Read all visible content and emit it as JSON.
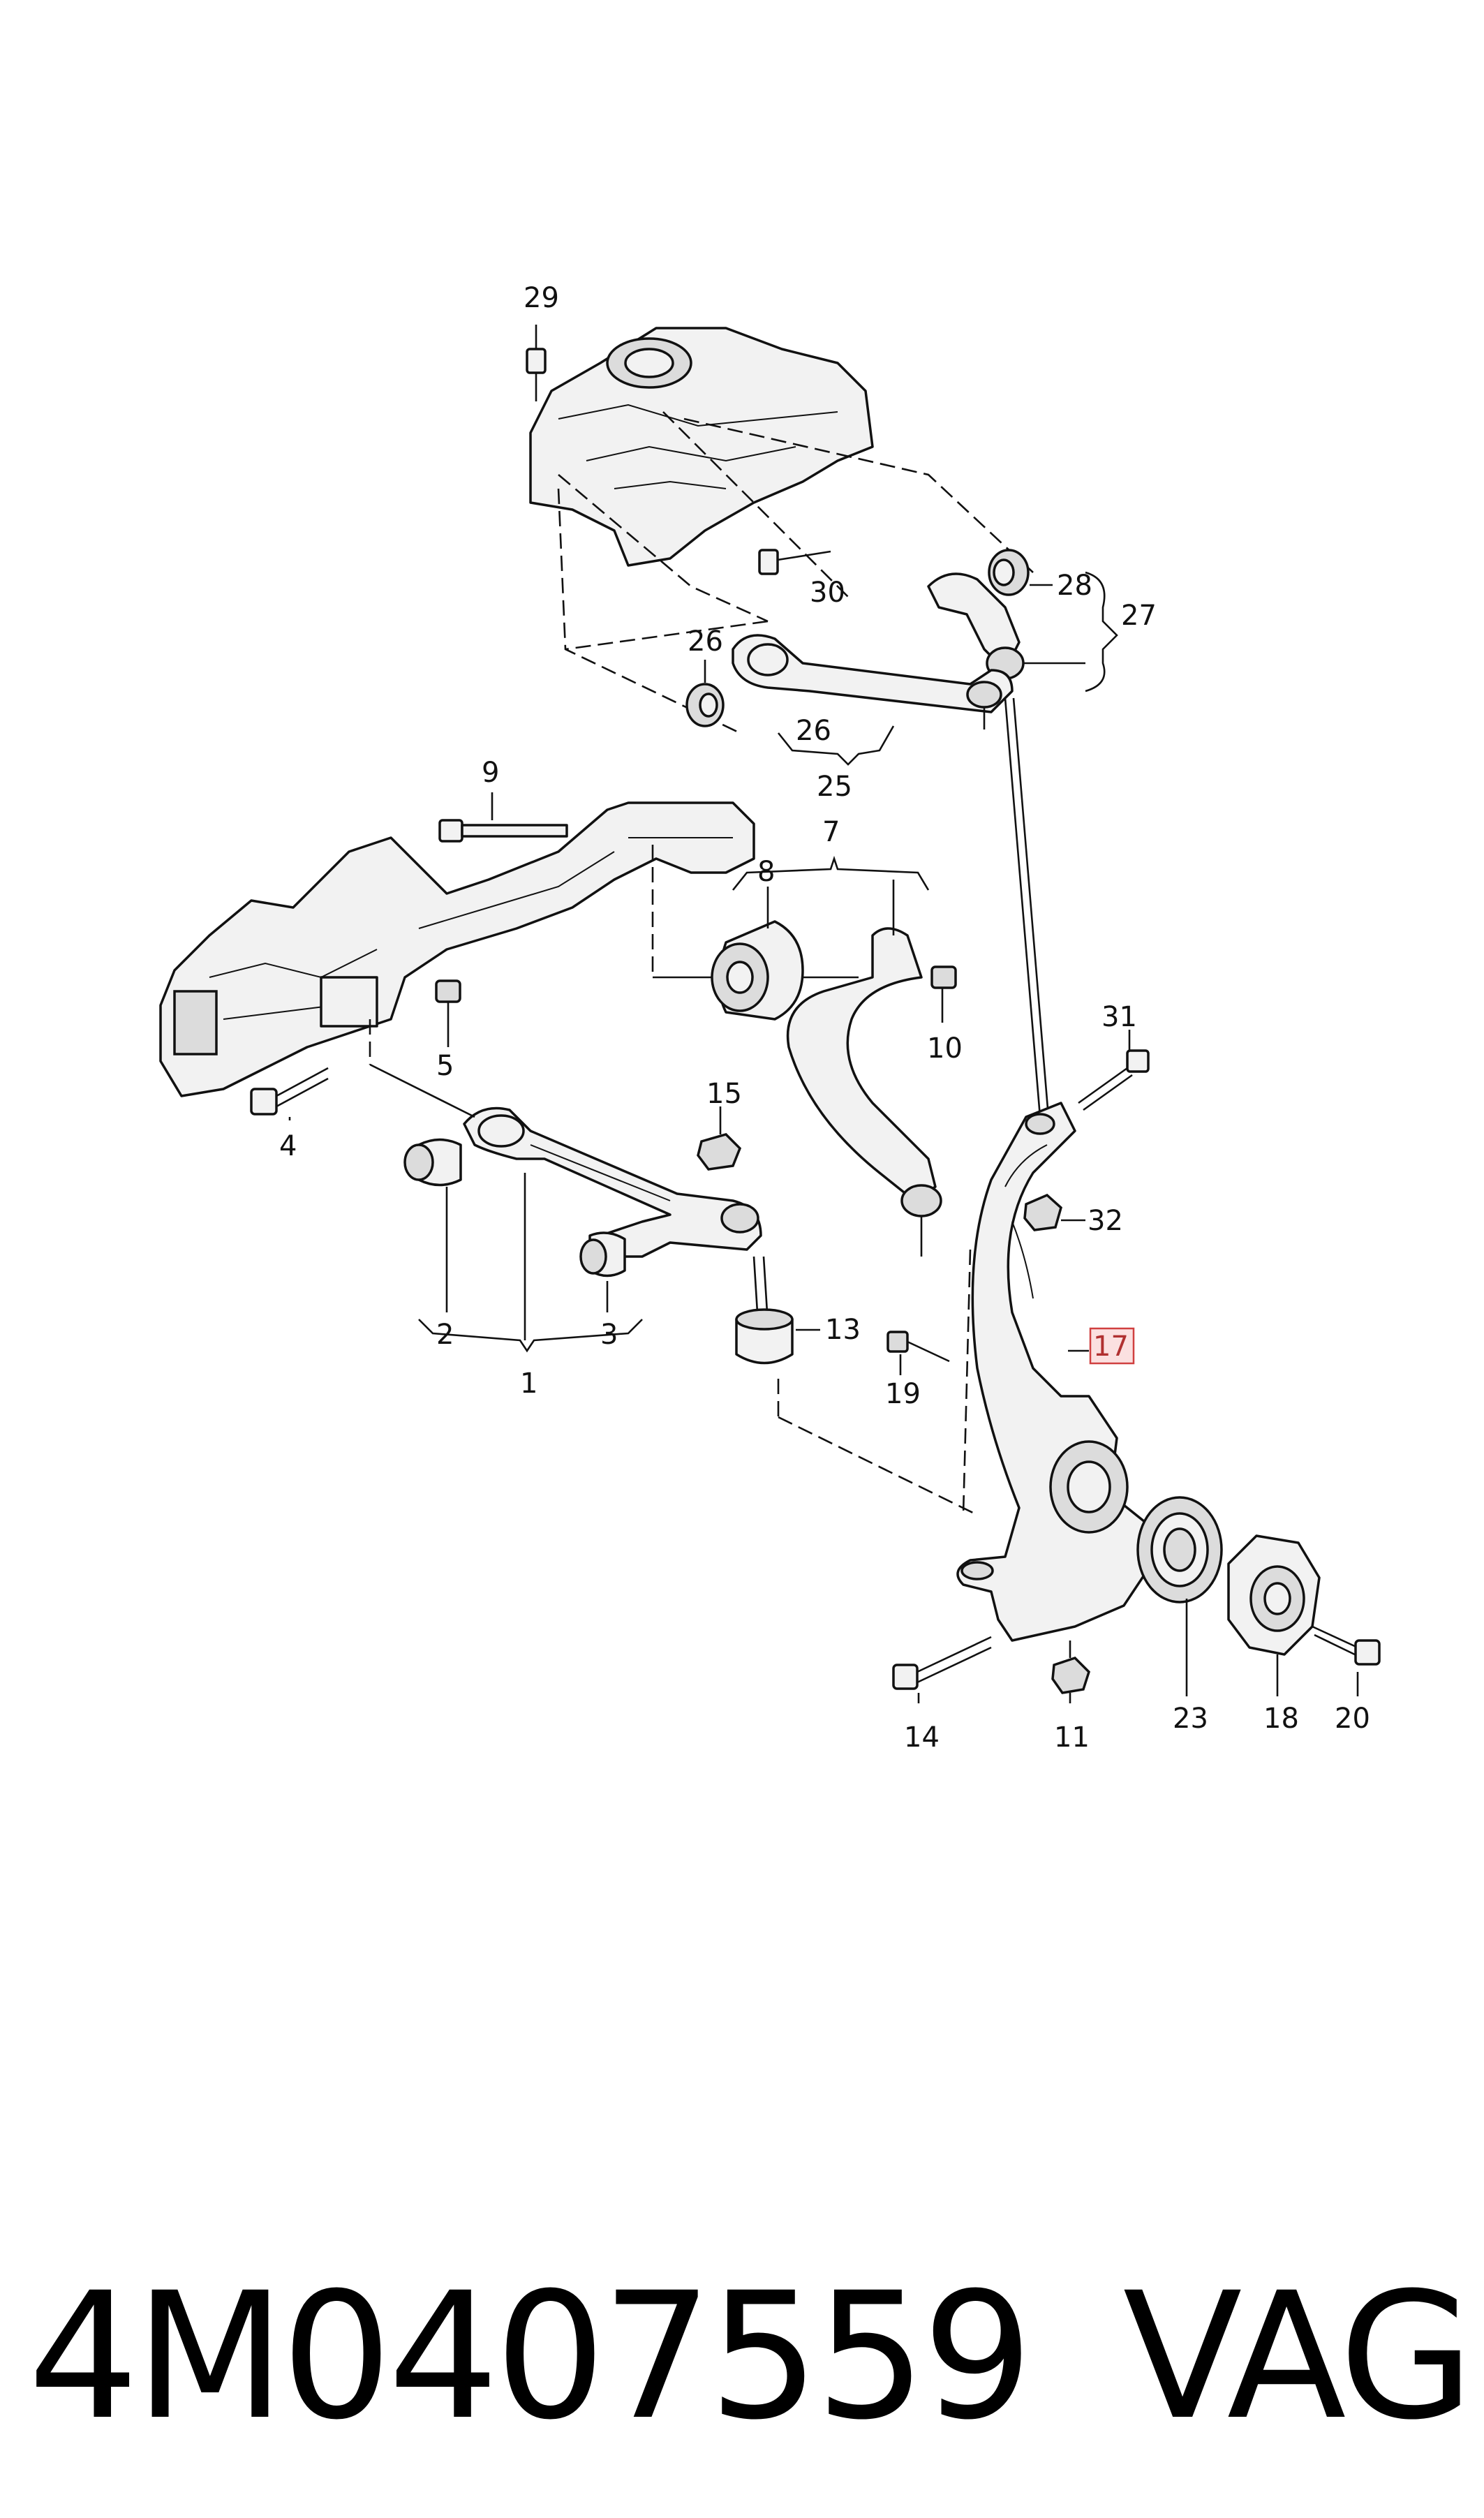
{
  "callouts": {
    "c1": "1",
    "c2": "2",
    "c3": "3",
    "c4": "4",
    "c5": "5",
    "c7": "7",
    "c8": "8",
    "c9": "9",
    "c10": "10",
    "c11": "11",
    "c13": "13",
    "c14": "14",
    "c15": "15",
    "c17": "17",
    "c18": "18",
    "c19": "19",
    "c20": "20",
    "c23": "23",
    "c25": "25",
    "c26a": "26",
    "c26b": "26",
    "c27": "27",
    "c28": "28",
    "c29": "29",
    "c30": "30",
    "c31": "31",
    "c32": "32"
  },
  "highlight": {
    "part": "17",
    "color": "#d04040",
    "fill": "#fbe0e0"
  },
  "footer": {
    "part_number": "4M0407559",
    "brand": "VAG"
  }
}
